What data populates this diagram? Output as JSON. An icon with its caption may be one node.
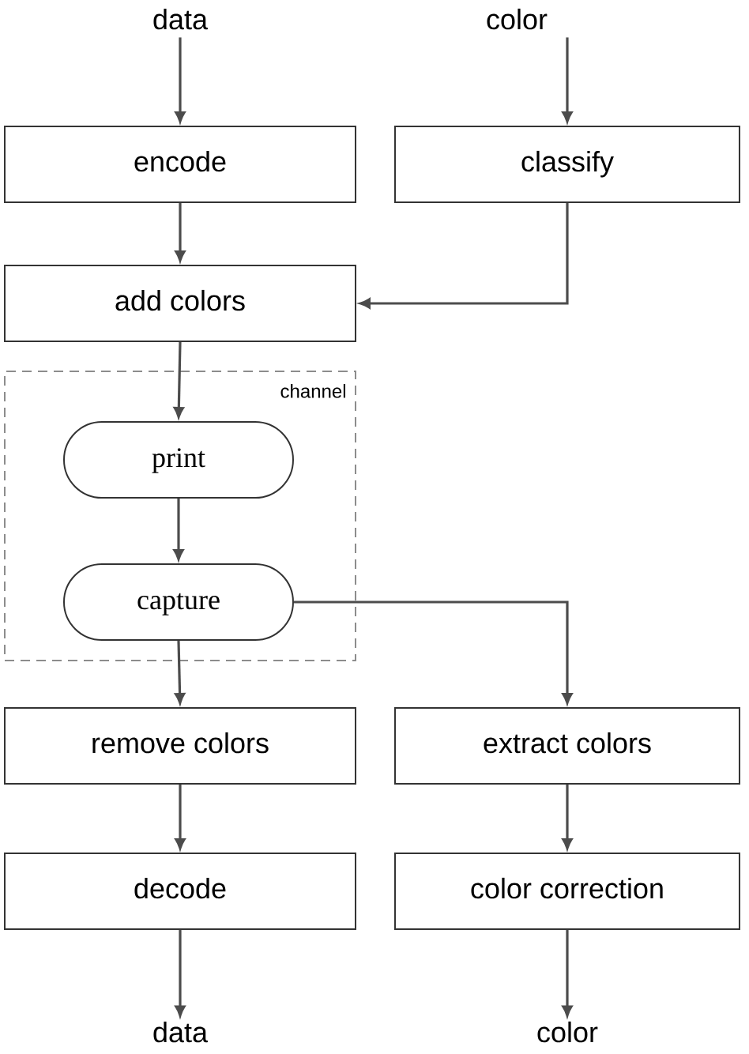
{
  "diagram": {
    "nodes": [
      {
        "text": [
          "data"
        ]
      },
      {
        "text": [
          "color"
        ]
      },
      {
        "text": [
          "encode"
        ]
      },
      {
        "text": [
          "classify"
        ]
      },
      {
        "text": [
          "add colors"
        ]
      },
      {
        "text": [
          "channel"
        ]
      },
      {
        "text": [
          "print"
        ],
        "in": 5
      },
      {
        "text": [
          "capture"
        ],
        "in": 5
      },
      {
        "text": [
          "remove colors"
        ]
      },
      {
        "text": [
          "extract colors"
        ]
      },
      {
        "text": [
          "decode"
        ]
      },
      {
        "text": [
          "color correction"
        ]
      },
      {
        "text": [
          "data"
        ]
      },
      {
        "text": [
          "color"
        ]
      }
    ],
    "edges": [
      {
        "from": 0,
        "to": 2,
        "arrow": "to"
      },
      {
        "from": 1,
        "to": 3,
        "arrow": "to"
      },
      {
        "from": 2,
        "to": 4,
        "arrow": "to"
      },
      {
        "from": 3,
        "to": 4,
        "arrow": "to"
      },
      {
        "from": 4,
        "to": 6,
        "arrow": "to"
      },
      {
        "from": 6,
        "to": 7,
        "arrow": "to"
      },
      {
        "from": 7,
        "to": 8,
        "arrow": "to"
      },
      {
        "from": 7,
        "to": 9,
        "arrow": "to"
      },
      {
        "from": 8,
        "to": 10,
        "arrow": "to"
      },
      {
        "from": 9,
        "to": 11,
        "arrow": "to"
      },
      {
        "from": 10,
        "to": 12,
        "arrow": "to"
      },
      {
        "from": 11,
        "to": 13,
        "arrow": "to"
      }
    ]
  }
}
